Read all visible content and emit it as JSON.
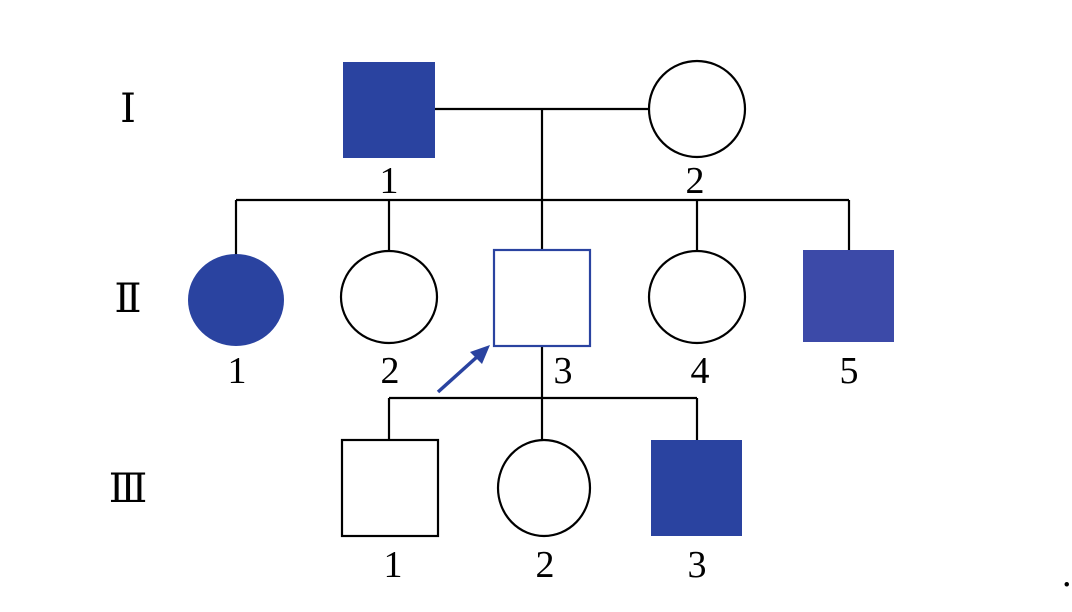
{
  "colors": {
    "affected": "#2a43a0",
    "affected_alt": "#3c4aa8",
    "proband_outline": "#2a43a0",
    "line": "#000000",
    "unaffected_fill": "#ffffff"
  },
  "generations": [
    {
      "label": "Ⅰ",
      "members": [
        {
          "number": "1",
          "sex": "male",
          "affected": true
        },
        {
          "number": "2",
          "sex": "female",
          "affected": false
        }
      ]
    },
    {
      "label": "Ⅱ",
      "members": [
        {
          "number": "1",
          "sex": "female",
          "affected": true
        },
        {
          "number": "2",
          "sex": "female",
          "affected": false
        },
        {
          "number": "3",
          "sex": "male",
          "affected": false,
          "proband": true
        },
        {
          "number": "4",
          "sex": "female",
          "affected": false
        },
        {
          "number": "5",
          "sex": "male",
          "affected": true
        }
      ]
    },
    {
      "label": "Ⅲ",
      "members": [
        {
          "number": "1",
          "sex": "male",
          "affected": false
        },
        {
          "number": "2",
          "sex": "female",
          "affected": false
        },
        {
          "number": "3",
          "sex": "male",
          "affected": true
        }
      ]
    }
  ],
  "trailing_mark": "."
}
